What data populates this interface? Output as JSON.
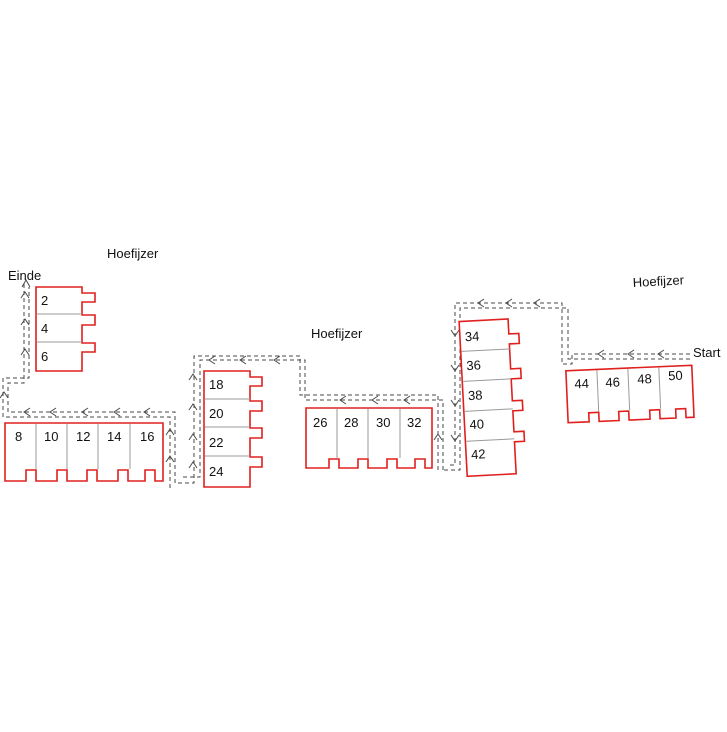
{
  "labels": {
    "block_a_title": "Hoefijzer",
    "block_b_title": "Hoefijzer",
    "block_c_title": "Hoefijzer",
    "start": "Start",
    "end": "Einde"
  },
  "colors": {
    "building_outline": "#e0201e",
    "unit_divider": "#9a9a9a",
    "route": "#4a4a4a"
  },
  "blocks": {
    "top_left": [
      "2",
      "4",
      "6"
    ],
    "bottom_left": [
      "8",
      "10",
      "12",
      "14",
      "16"
    ],
    "vertical_mid": [
      "18",
      "20",
      "22",
      "24"
    ],
    "middle": [
      "26",
      "28",
      "30",
      "32"
    ],
    "tilted": [
      "34",
      "36",
      "38",
      "40",
      "42"
    ],
    "right": [
      "44",
      "46",
      "48",
      "50"
    ]
  }
}
